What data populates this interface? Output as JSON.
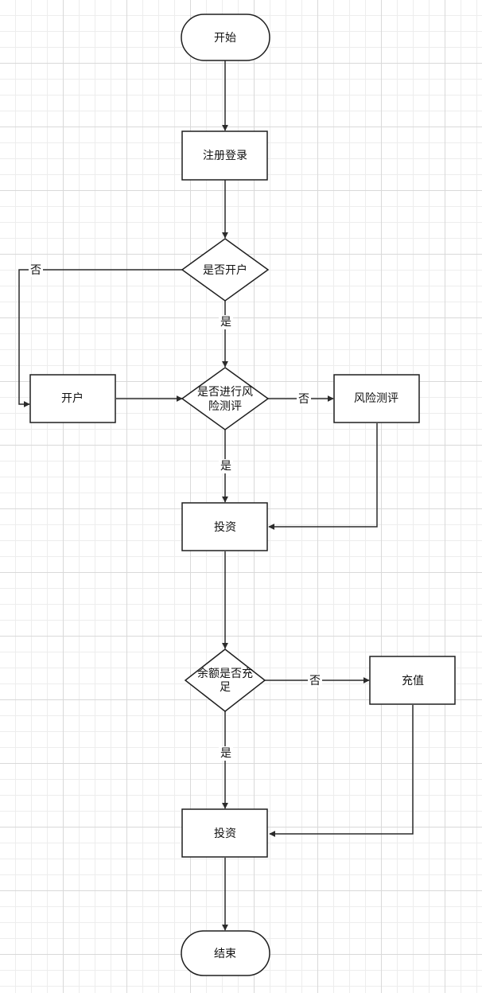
{
  "diagram": {
    "nodes": {
      "start": "开始",
      "register": "注册登录",
      "open_q": "是否开户",
      "open": "开户",
      "risk_q_line1": "是否进行风",
      "risk_q_line2": "险测评",
      "risk": "风险测评",
      "invest1": "投资",
      "balance_q_line1": "余额是否充",
      "balance_q_line2": "足",
      "recharge": "充值",
      "invest2": "投资",
      "end": "结束"
    },
    "edge_labels": {
      "open_no": "否",
      "open_yes": "是",
      "risk_no": "否",
      "risk_yes": "是",
      "balance_no": "否",
      "balance_yes": "是"
    }
  },
  "colors": {
    "stroke": "#1f1f1f",
    "fill": "#ffffff",
    "grid": "#ededed"
  }
}
